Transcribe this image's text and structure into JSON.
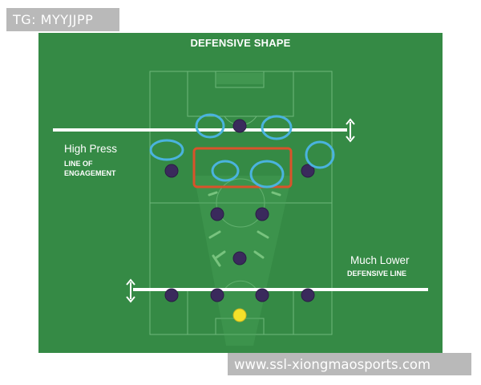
{
  "watermarks": {
    "top": "TG: MYYJJPP",
    "bottom": "www.ssl-xiongmaosports.com"
  },
  "diagram": {
    "title": "DEFENSIVE SHAPE",
    "high_press_label": "High Press",
    "line_of_engagement_label": "LINE OF\nENGAGEMENT",
    "much_lower_label": "Much Lower",
    "defensive_line_label": "DEFENSIVE LINE"
  },
  "colors": {
    "pitch": "#358a45",
    "pitch_lines": "#6fb87b",
    "player": "#3a2a5c",
    "goalkeeper": "#f5e12a",
    "marker_ring": "#4ab3de",
    "press_box": "#d9532b",
    "line": "#ffffff"
  }
}
